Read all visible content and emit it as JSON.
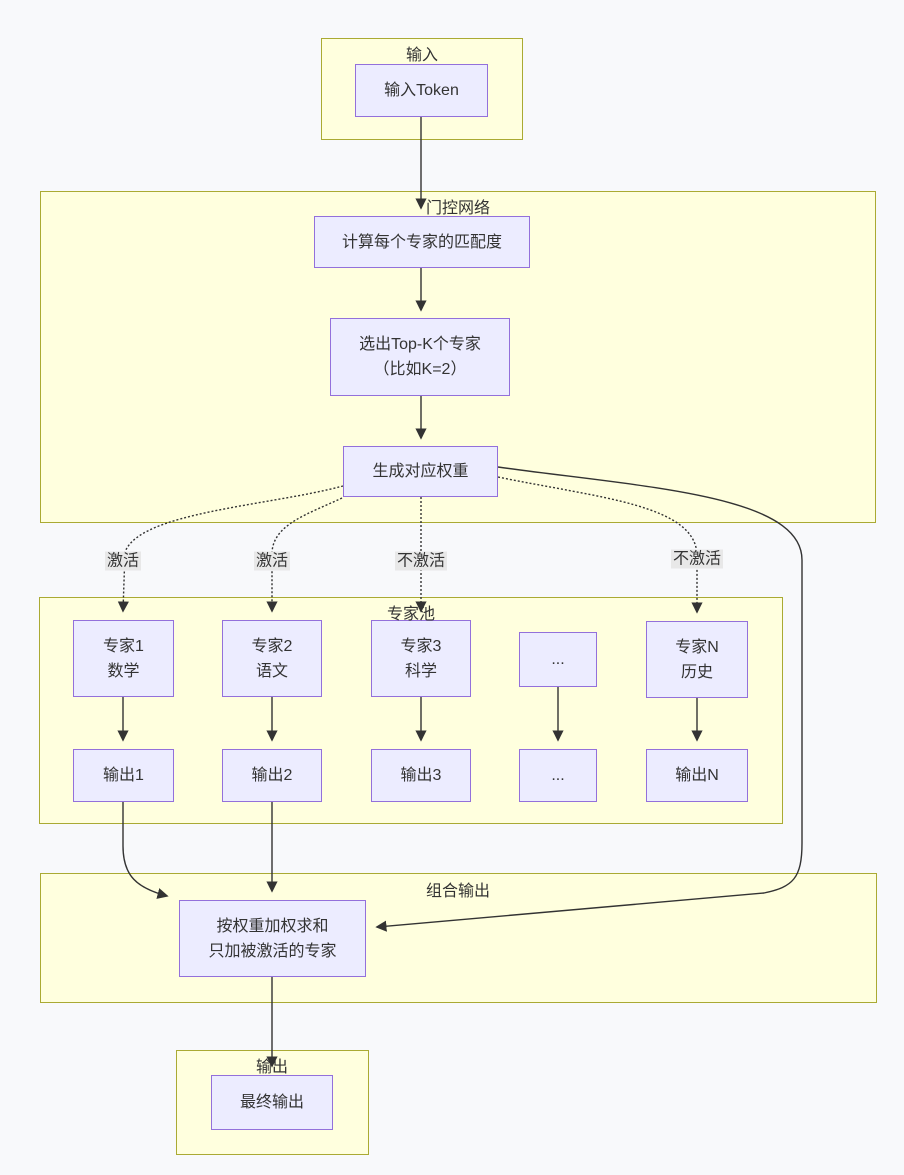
{
  "diagram_type": "flowchart",
  "colors": {
    "background": "#f8f9fb",
    "container_fill": "#ffffde",
    "container_border": "#aaaa33",
    "node_fill": "#ECECFF",
    "node_border": "#9370DB",
    "edge": "#333333",
    "edge_label_bg": "#e8e8e8",
    "text": "#333333"
  },
  "containers": {
    "input": {
      "label": "输入"
    },
    "gating": {
      "label": "门控网络"
    },
    "pool": {
      "label": "专家池"
    },
    "combine": {
      "label": "组合输出"
    },
    "output": {
      "label": "输出"
    }
  },
  "nodes": {
    "input_token": {
      "label": "输入Token"
    },
    "calc_match": {
      "label": "计算每个专家的匹配度"
    },
    "topk": {
      "line1": "选出Top-K个专家",
      "line2": "（比如K=2）"
    },
    "weights": {
      "label": "生成对应权重"
    },
    "expert1": {
      "line1": "专家1",
      "line2": "数学"
    },
    "expert2": {
      "line1": "专家2",
      "line2": "语文"
    },
    "expert3": {
      "line1": "专家3",
      "line2": "科学"
    },
    "dots_experts": {
      "label": "..."
    },
    "expertN": {
      "line1": "专家N",
      "line2": "历史"
    },
    "output1": {
      "label": "输出1"
    },
    "output2": {
      "label": "输出2"
    },
    "output3": {
      "label": "输出3"
    },
    "dots_outputs": {
      "label": "..."
    },
    "outputN": {
      "label": "输出N"
    },
    "combine_sum": {
      "line1": "按权重加权求和",
      "line2": "只加被激活的专家"
    },
    "final_output": {
      "label": "最终输出"
    }
  },
  "edge_labels": {
    "activate1": "激活",
    "activate2": "激活",
    "deactivate1": "不激活",
    "deactivate2": "不激活"
  }
}
